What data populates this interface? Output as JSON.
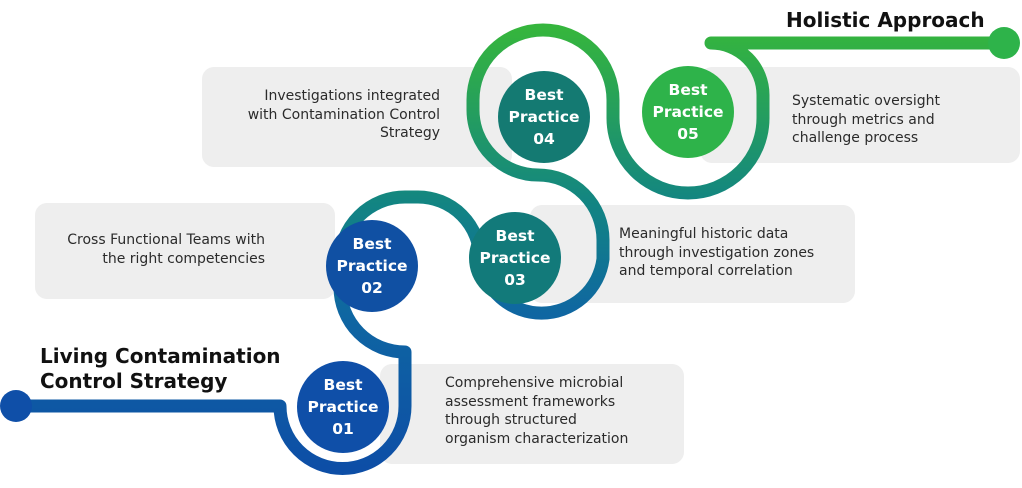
{
  "headings": {
    "start": "Living Contamination\nControl Strategy",
    "end": "Holistic Approach"
  },
  "colors": {
    "blue": "#0f4fa8",
    "teal": "#127a7a",
    "green": "#2eb34a",
    "card": "#eeeeee"
  },
  "practices": [
    {
      "line1": "Best",
      "line2": "Practice",
      "number": "01",
      "description": "Comprehensive microbial\nassessment frameworks\nthrough structured\norganism characterization"
    },
    {
      "line1": "Best",
      "line2": "Practice",
      "number": "02",
      "description": "Cross Functional Teams with\nthe right competencies"
    },
    {
      "line1": "Best",
      "line2": "Practice",
      "number": "03",
      "description": "Meaningful historic data\nthrough investigation zones\nand temporal correlation"
    },
    {
      "line1": "Best",
      "line2": "Practice",
      "number": "04",
      "description": "Investigations integrated\nwith Contamination Control\nStrategy"
    },
    {
      "line1": "Best",
      "line2": "Practice",
      "number": "05",
      "description": "Systematic oversight\nthrough metrics and\nchallenge process"
    }
  ]
}
